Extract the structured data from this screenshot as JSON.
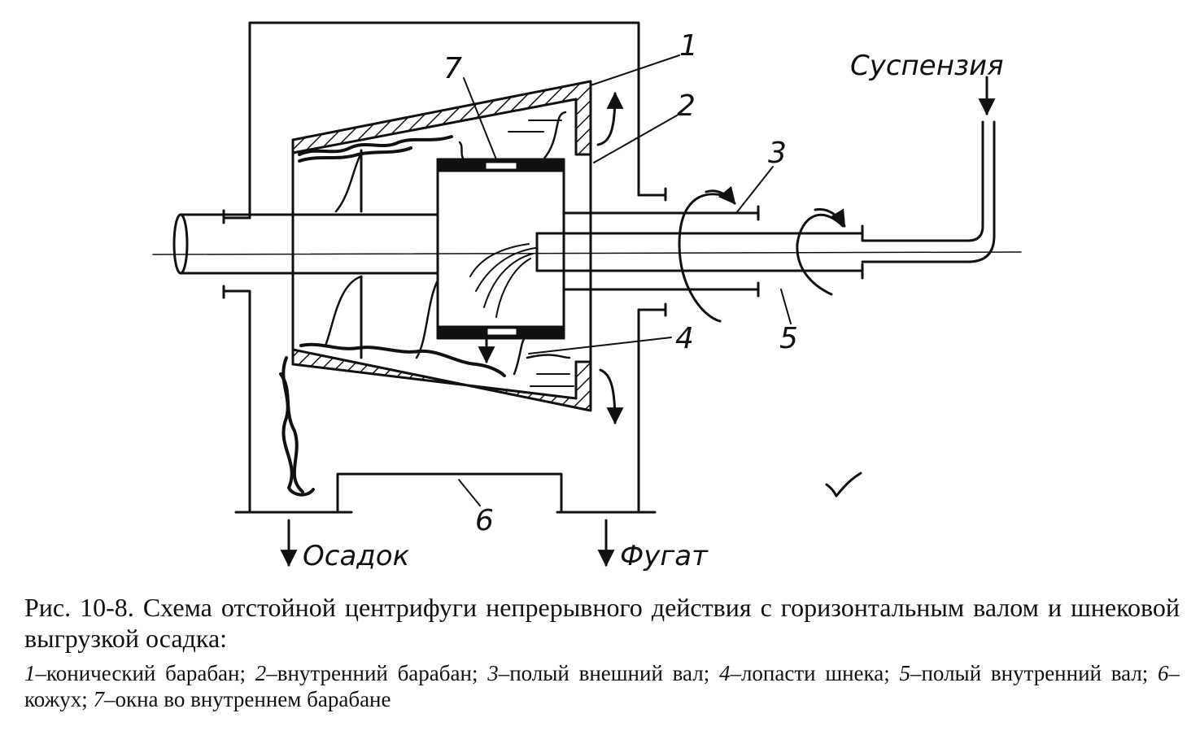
{
  "labels": {
    "suspension": "Суспензия",
    "sediment": "Осадок",
    "fugate": "Фугат"
  },
  "part_numbers": [
    "1",
    "2",
    "3",
    "4",
    "5",
    "6",
    "7"
  ],
  "caption": {
    "title": "Рис. 10-8. Схема отстойной центрифуги непрерывного действия с горизонтальным валом и шнековой выгрузкой осадка:",
    "legend": [
      {
        "n": "1",
        "text": "–конический барабан;"
      },
      {
        "n": "2",
        "text": "–внутренний барабан;"
      },
      {
        "n": "3",
        "text": "–полый внешний вал;"
      },
      {
        "n": "4",
        "text": "–лопасти шнека;"
      },
      {
        "n": "5",
        "text": "–полый внутренний вал;"
      },
      {
        "n": "6",
        "text": "–кожух;"
      },
      {
        "n": "7",
        "text": "–окна во внутреннем барабане"
      }
    ]
  }
}
